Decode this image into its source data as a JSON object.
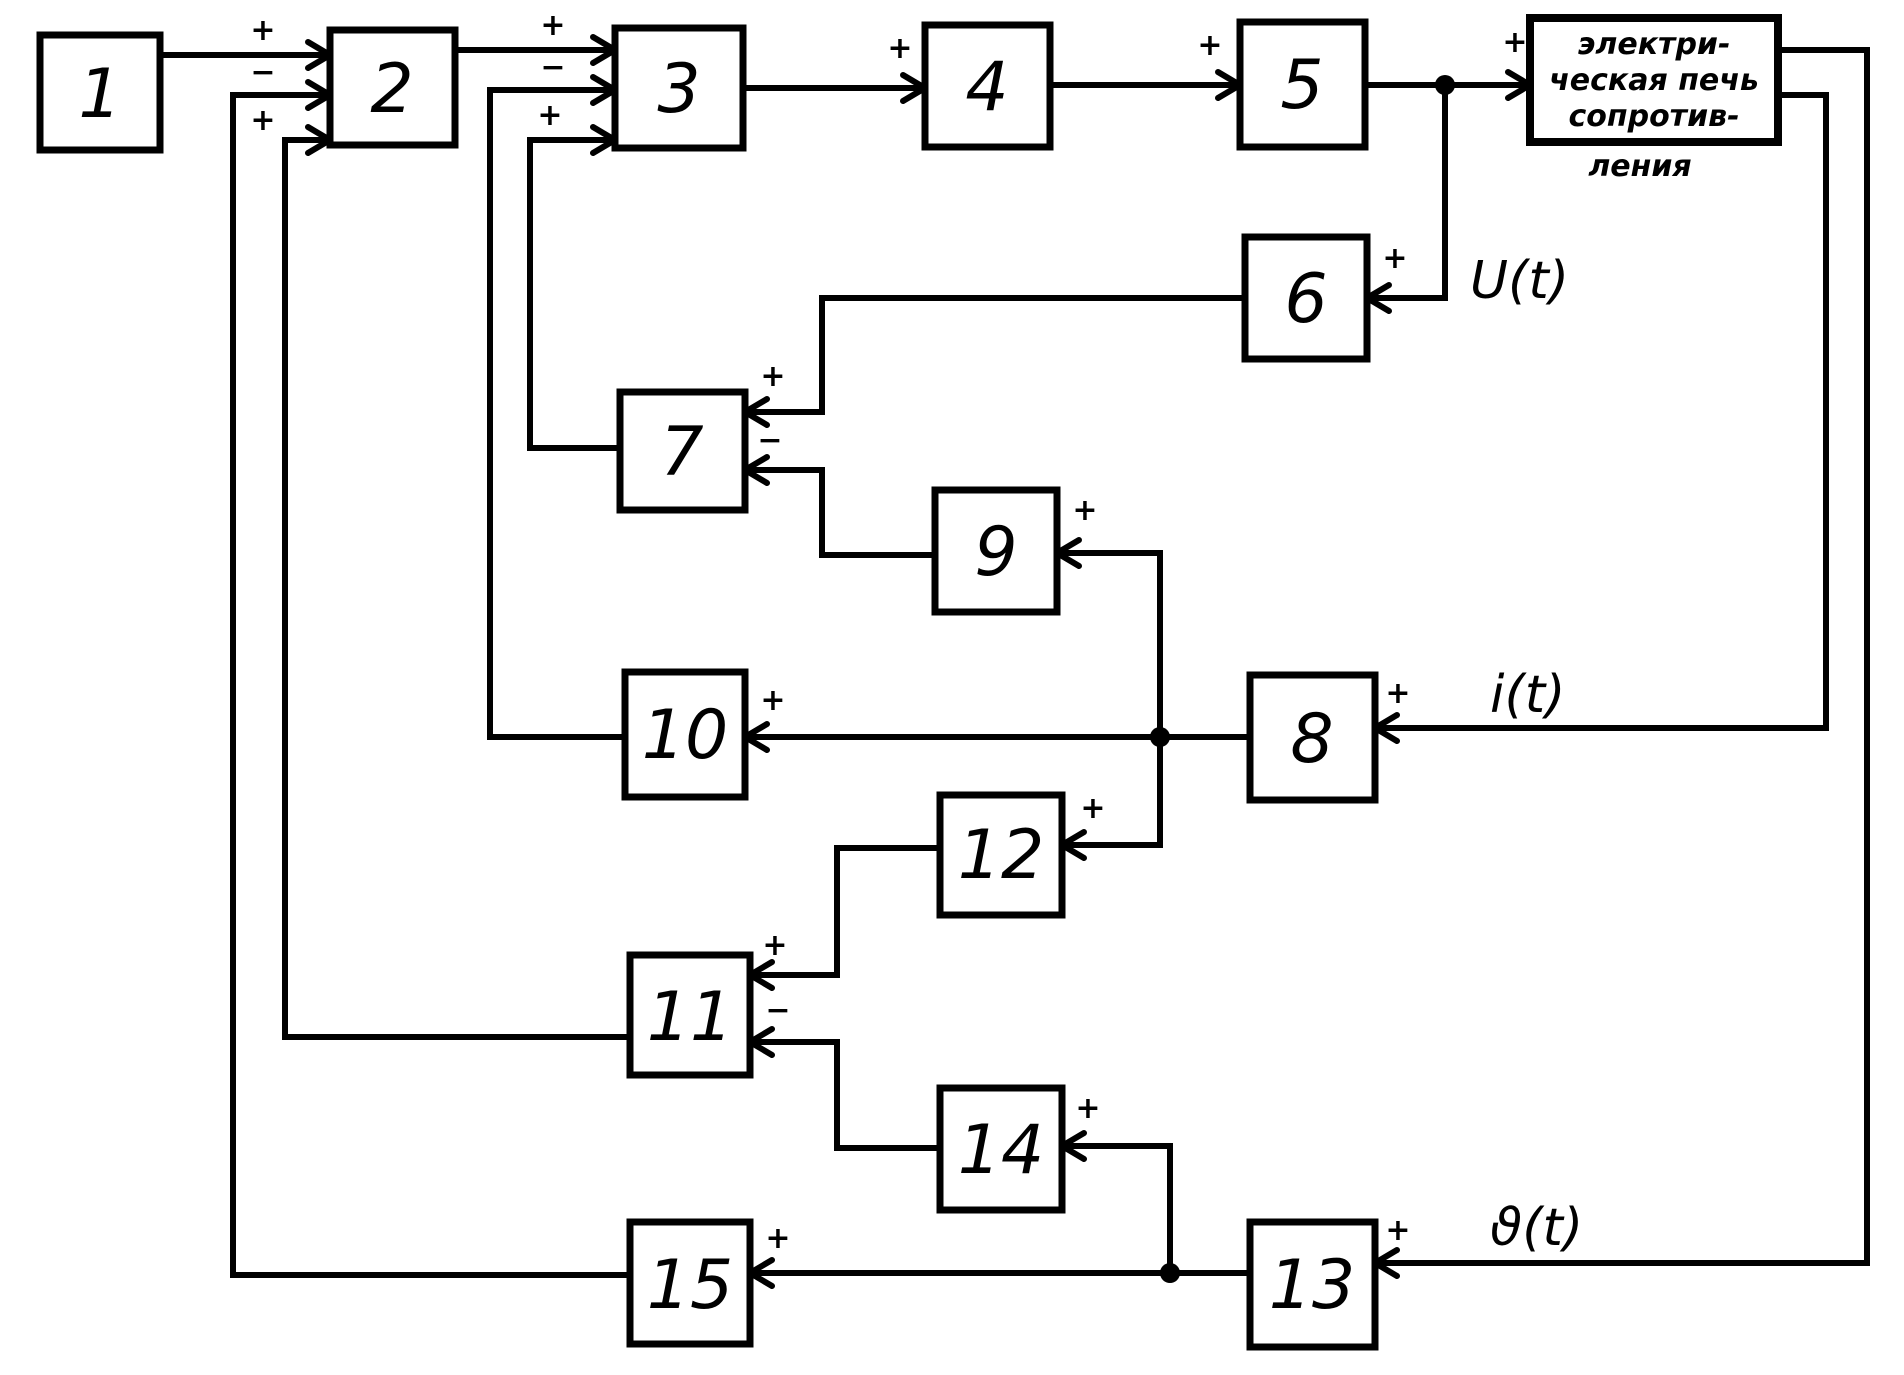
{
  "diagram": {
    "blocks": [
      {
        "id": "1",
        "label": "1"
      },
      {
        "id": "2",
        "label": "2"
      },
      {
        "id": "3",
        "label": "3"
      },
      {
        "id": "4",
        "label": "4"
      },
      {
        "id": "5",
        "label": "5"
      },
      {
        "id": "6",
        "label": "6"
      },
      {
        "id": "7",
        "label": "7"
      },
      {
        "id": "8",
        "label": "8"
      },
      {
        "id": "9",
        "label": "9"
      },
      {
        "id": "10",
        "label": "10"
      },
      {
        "id": "11",
        "label": "11"
      },
      {
        "id": "12",
        "label": "12"
      },
      {
        "id": "13",
        "label": "13"
      },
      {
        "id": "14",
        "label": "14"
      },
      {
        "id": "15",
        "label": "15"
      }
    ],
    "furnace": {
      "lines": [
        "электри-",
        "ческая печь",
        "сопротив-",
        "ления"
      ]
    },
    "signals": {
      "voltage": "U(t)",
      "current": "i(t)",
      "temperature": "ϑ(t)"
    },
    "signs": {
      "plus": "+",
      "minus": "−"
    }
  }
}
